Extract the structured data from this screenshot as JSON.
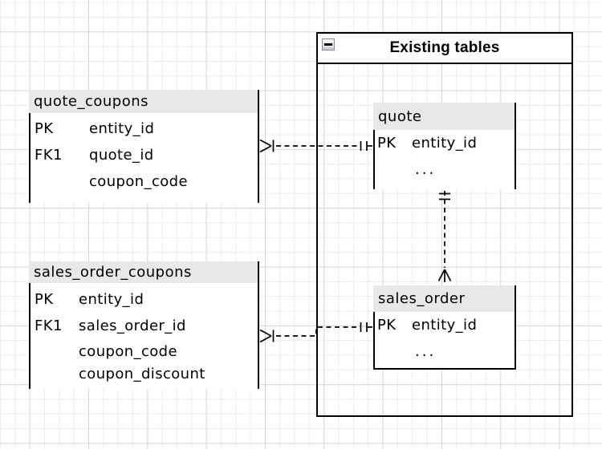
{
  "group": {
    "title": "Existing tables",
    "collapse_icon": "minus-icon"
  },
  "tables": [
    {
      "name": "quote_coupons",
      "rows": [
        {
          "key": "PK",
          "attr": "entity_id"
        },
        {
          "key": "FK1",
          "attr": "quote_id"
        },
        {
          "key": "",
          "attr": "coupon_code"
        }
      ]
    },
    {
      "name": "sales_order_coupons",
      "rows": [
        {
          "key": "PK",
          "attr": "entity_id"
        },
        {
          "key": "FK1",
          "attr": "sales_order_id"
        },
        {
          "key": "",
          "attr": "coupon_code"
        },
        {
          "key": "",
          "attr": "coupon_discount"
        }
      ]
    },
    {
      "name": "quote",
      "rows": [
        {
          "key": "PK",
          "attr": "entity_id"
        },
        {
          "key": "",
          "attr": "..."
        }
      ]
    },
    {
      "name": "sales_order",
      "rows": [
        {
          "key": "PK",
          "attr": "entity_id"
        },
        {
          "key": "",
          "attr": "..."
        }
      ]
    }
  ],
  "relationships": [
    {
      "from": "quote_coupons",
      "to": "quote",
      "from_cardinality": "many-mandatory-crows-foot",
      "to_cardinality": "one-and-only-one",
      "line_style": "dashed"
    },
    {
      "from": "sales_order_coupons",
      "to": "sales_order",
      "from_cardinality": "many-mandatory-crows-foot",
      "to_cardinality": "one-and-only-one",
      "line_style": "dashed"
    },
    {
      "from": "quote",
      "to": "sales_order",
      "from_cardinality": "one-and-only-one",
      "to_cardinality": "many-crows-foot",
      "line_style": "dashed"
    }
  ],
  "colors": {
    "entity_header_fill": "#e8e8e8",
    "entity_border": "#000000",
    "grid_minor": "#ededed",
    "grid_major": "#d6d6d6",
    "background": "#ffffff"
  }
}
